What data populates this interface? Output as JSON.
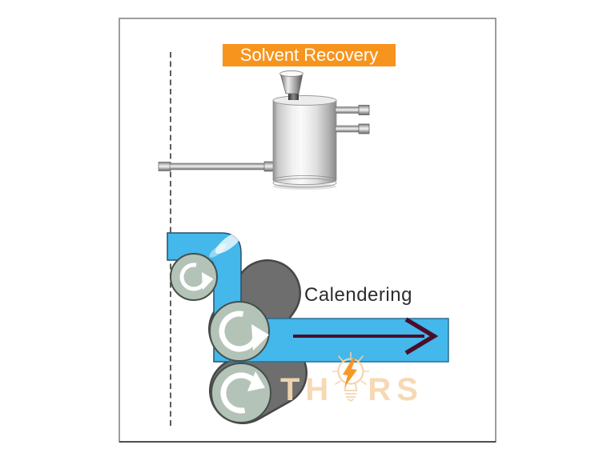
{
  "diagram": {
    "banner": {
      "label": "Solvent Recovery",
      "bg_color": "#F7941E",
      "text_color": "#FFFFFF"
    },
    "process_label": "Calendering",
    "watermark": {
      "prefix": "TH",
      "suffix": "RS",
      "letter_color": "#F6D8B2",
      "bolt_color": "#F5941E"
    },
    "colors": {
      "sheet_blue": "#44B7EB",
      "sheet_outline": "#2A6E94",
      "roller_face": "#B3C3B8",
      "roller_body": "#6E6E6E",
      "roller_outline": "#454F48",
      "rotation_arrow": "#FFFFFF",
      "flow_arrow": "#4A0E29",
      "frame_border": "#7D7D7D",
      "dashed_line": "#4C4C4C",
      "metal_light": "#F2F2F2",
      "metal_dark": "#8A8A8A"
    },
    "icons": {
      "guide_roller_rotation": "circular-arrow-clockwise",
      "top_roller_rotation": "circular-arrow-clockwise",
      "bottom_roller_rotation": "circular-arrow-counterclockwise",
      "flow_direction": "arrow-right",
      "watermark_bulb": "lightbulb"
    }
  }
}
